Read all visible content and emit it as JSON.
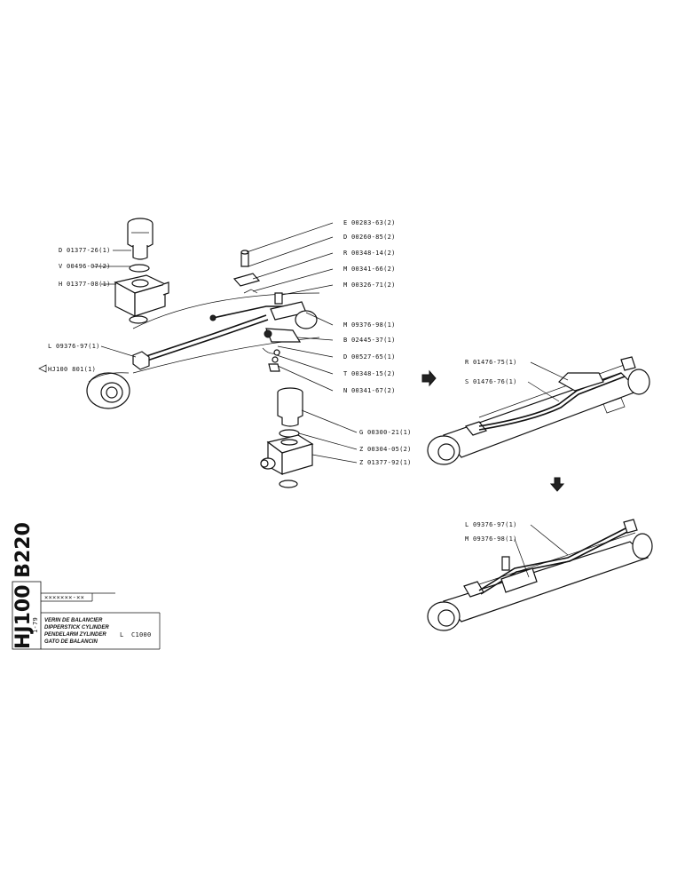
{
  "sheet": {
    "code": "HJ100 B220",
    "page": "1-79",
    "ref_box": "×××××××-××",
    "title_lines": [
      "VERIN DE BALANCIER",
      "DIPPERSTICK CYLINDER",
      "PENDELARM ZYLINDER",
      "GATO DE BALANCIN"
    ],
    "model_letter": "L",
    "model_code": "C1000"
  },
  "callouts_left": [
    "D 01377-26(1)",
    "V 00496-07(2)",
    "H 01377-08(1)",
    "L 09376-97(1)",
    "HJ100 801(1)"
  ],
  "callouts_center": [
    "E 00283-63(2)",
    "D 00260-85(2)",
    "R 00348-14(2)",
    "M 00341-66(2)",
    "M 00326-71(2)",
    "M 09376-98(1)",
    "B 02445-37(1)",
    "D 00527-65(1)",
    "T 00348-15(2)",
    "N 00341-67(2)",
    "G 00300-21(1)",
    "Z 00304-05(2)",
    "Z 01377-92(1)"
  ],
  "callouts_right_top": [
    "R 01476-75(1)",
    "S 01476-76(1)"
  ],
  "callouts_right_bottom": [
    "L 09376-97(1)",
    "M 09376-98(1)"
  ],
  "symbols": {
    "arrow_right": "arrow-right-icon",
    "arrow_down": "arrow-down-icon",
    "ref_pointer": "pointer-left-icon"
  }
}
